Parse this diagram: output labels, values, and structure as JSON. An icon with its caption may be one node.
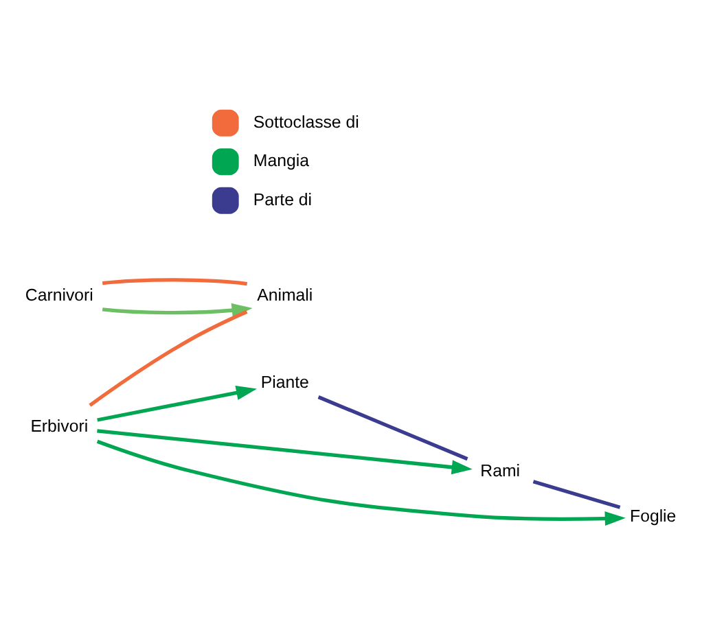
{
  "diagram": {
    "nodes": [
      {
        "text": [
          "Animali"
        ]
      },
      {
        "text": [
          "Carnivori"
        ]
      },
      {
        "text": [
          "Erbivori"
        ]
      },
      {
        "text": [
          "Piante"
        ]
      },
      {
        "text": [
          "Rami"
        ]
      },
      {
        "text": [
          "Foglie"
        ]
      }
    ],
    "edges": [
      {
        "from": 1,
        "to": 0,
        "arrow": "to",
        "color": "#6cc063"
      },
      {
        "from": 1,
        "to": 0,
        "arrow": "none",
        "color": "#f26b3d"
      },
      {
        "from": 2,
        "to": 0,
        "arrow": "none",
        "color": "#f26b3d"
      },
      {
        "from": 2,
        "to": 3,
        "arrow": "to"
      },
      {
        "from": 2,
        "to": 4,
        "arrow": "to"
      },
      {
        "from": 2,
        "to": 5,
        "arrow": "to"
      },
      {
        "from": 3,
        "to": 4,
        "arrow": "none",
        "color": "#3b3b8f"
      },
      {
        "from": 4,
        "to": 5,
        "arrow": "none",
        "color": "#3b3b8f"
      }
    ],
    "legend": [
      {
        "text": "Sottoclasse di",
        "color": "#f26b3d"
      },
      {
        "text": "Mangia",
        "color": "#00a651"
      },
      {
        "text": "Parte di",
        "color": "#3b3b8f"
      }
    ]
  }
}
